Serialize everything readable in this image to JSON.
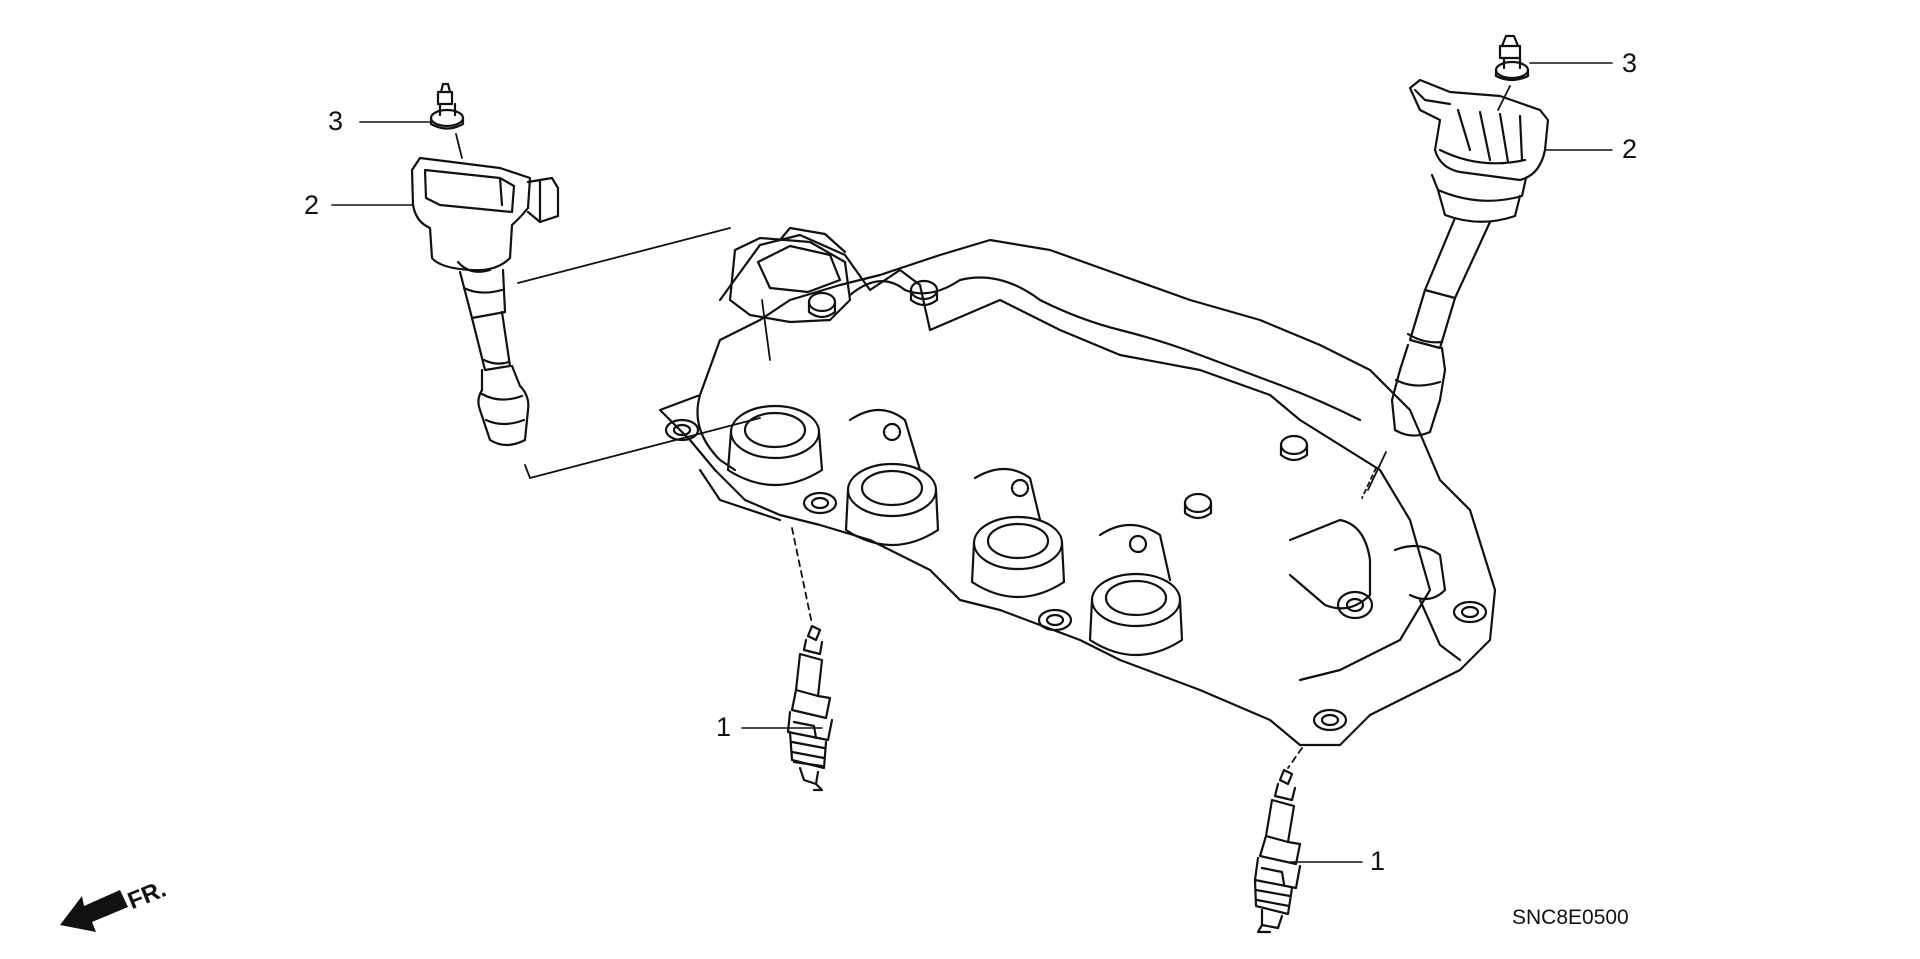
{
  "callouts": {
    "coil_left_bolt": "3",
    "coil_left": "2",
    "coil_right_bolt": "3",
    "coil_right": "2",
    "plug_left": "1",
    "plug_right": "1"
  },
  "front_indicator": {
    "label": "FR."
  },
  "diagram_code": "SNC8E0500",
  "colors": {
    "line": "#111111",
    "background": "#ffffff"
  }
}
